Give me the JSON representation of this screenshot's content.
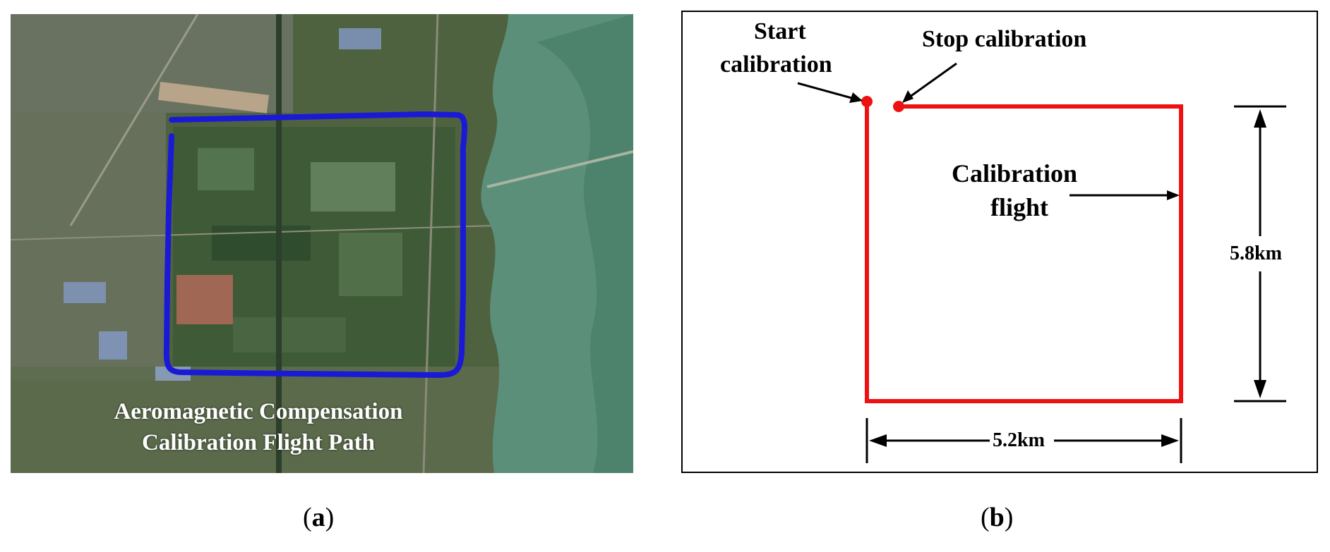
{
  "panel_a": {
    "label_open": "(",
    "label_letter": "a",
    "label_close": ")",
    "caption_line1": "Aeromagnetic Compensation",
    "caption_line2": "Calibration Flight Path",
    "flight_path_color": "#1a1ad6"
  },
  "panel_b": {
    "label_open": "(",
    "label_letter": "b",
    "label_close": ")",
    "start_label_line1": "Start",
    "start_label_line2": "calibration",
    "stop_label": "Stop calibration",
    "flight_label_line1": "Calibration",
    "flight_label_line2": "flight",
    "width_dimension": "5.2km",
    "height_dimension": "5.8km",
    "path_color": "#ee1111"
  }
}
